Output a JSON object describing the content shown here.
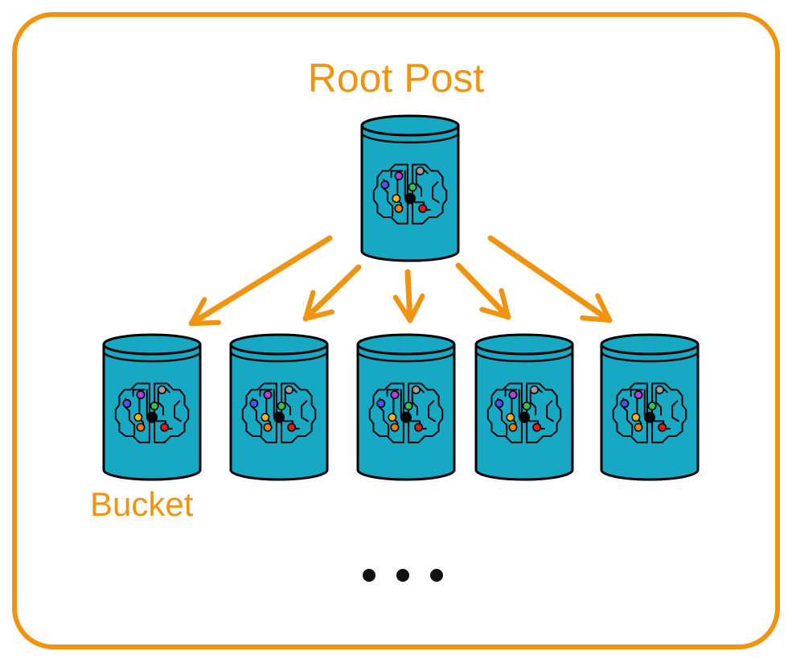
{
  "diagram": {
    "root_label": "Root Post",
    "bucket_label": "Bucket",
    "root_node": {
      "icon": "brain-circuit-icon",
      "shape": "cylinder"
    },
    "child_nodes": [
      {
        "icon": "brain-circuit-icon",
        "shape": "cylinder"
      },
      {
        "icon": "brain-circuit-icon",
        "shape": "cylinder"
      },
      {
        "icon": "brain-circuit-icon",
        "shape": "cylinder"
      },
      {
        "icon": "brain-circuit-icon",
        "shape": "cylinder"
      },
      {
        "icon": "brain-circuit-icon",
        "shape": "cylinder"
      }
    ],
    "continuation": "ellipsis",
    "colors": {
      "accent": "#F0930F",
      "cylinder_fill": "#17A8C4",
      "outline": "#000000",
      "circuit_dots": [
        "#B341D6",
        "#4A55E0",
        "#FFB300",
        "#F57C00",
        "#9E9E9E",
        "#3DBB4F",
        "#E31A1A",
        "#000000"
      ]
    }
  }
}
